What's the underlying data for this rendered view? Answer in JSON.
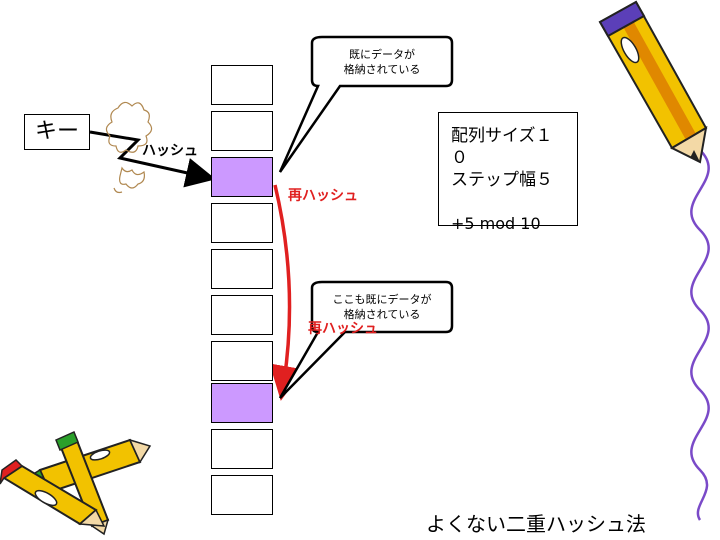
{
  "key_label": "キー",
  "hash_label": "ハッシュ",
  "rehash_label": "再ハッシュ",
  "callout_top": {
    "line1": "既にデータが",
    "line2": "格納されている"
  },
  "callout_bottom": {
    "line1": "ここも既にデータが",
    "line2": "格納されている"
  },
  "info": {
    "line1": "配列サイズ１０",
    "line2": "ステップ幅５",
    "line3": "+5 mod 10"
  },
  "title": "よくない二重ハッシュ法",
  "colors": {
    "filled_cell": "#cc99ff",
    "rehash": "#e02020"
  },
  "icons": [
    "pencil-icon",
    "pencils-icon",
    "wavy-line",
    "cloud-icon"
  ]
}
